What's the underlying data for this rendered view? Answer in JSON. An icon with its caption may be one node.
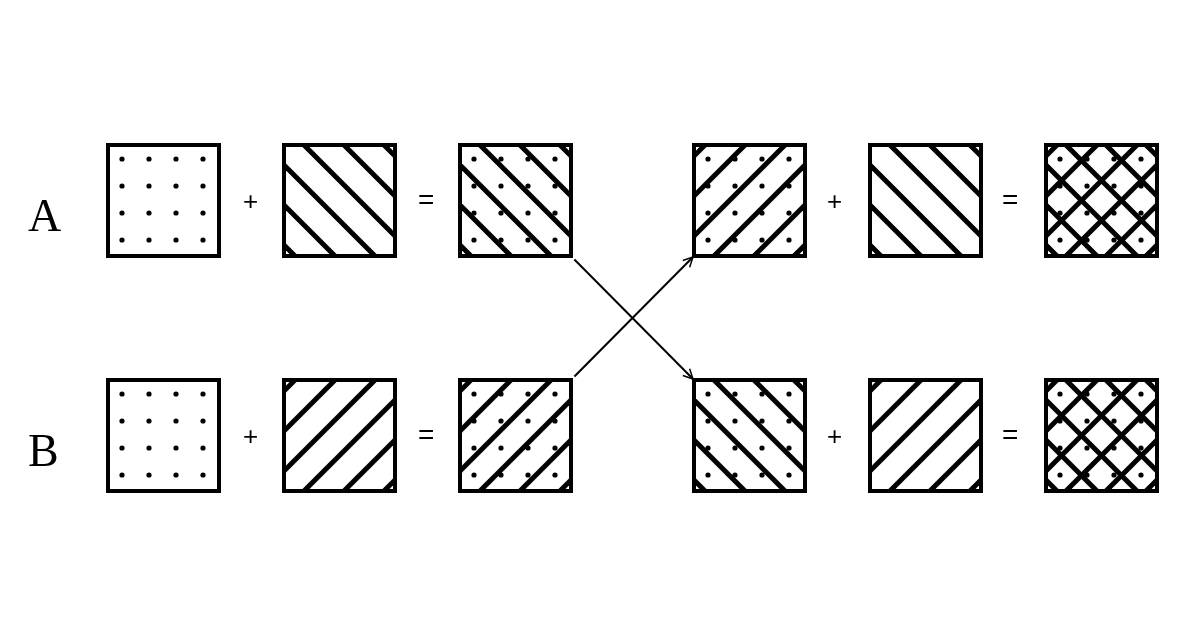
{
  "diagram": {
    "nodes": [
      {
        "text": [],
        "shape": "box"
      },
      {
        "text": [],
        "shape": "box"
      },
      {
        "text": [],
        "shape": "box"
      },
      {
        "text": [],
        "shape": "box"
      },
      {
        "text": [],
        "shape": "box"
      },
      {
        "text": [],
        "shape": "box"
      },
      {
        "text": [],
        "shape": "box"
      },
      {
        "text": [],
        "shape": "box"
      },
      {
        "text": [],
        "shape": "box"
      },
      {
        "text": [],
        "shape": "box"
      },
      {
        "text": [],
        "shape": "box"
      },
      {
        "text": [],
        "shape": "box"
      }
    ],
    "edges": [
      {
        "from": 2,
        "to": 9,
        "arrow": "to"
      },
      {
        "from": 8,
        "to": 3,
        "arrow": "to"
      }
    ],
    "labels": [
      "A",
      "+",
      "=",
      "+",
      "=",
      "B",
      "+",
      "=",
      "+",
      "="
    ]
  }
}
